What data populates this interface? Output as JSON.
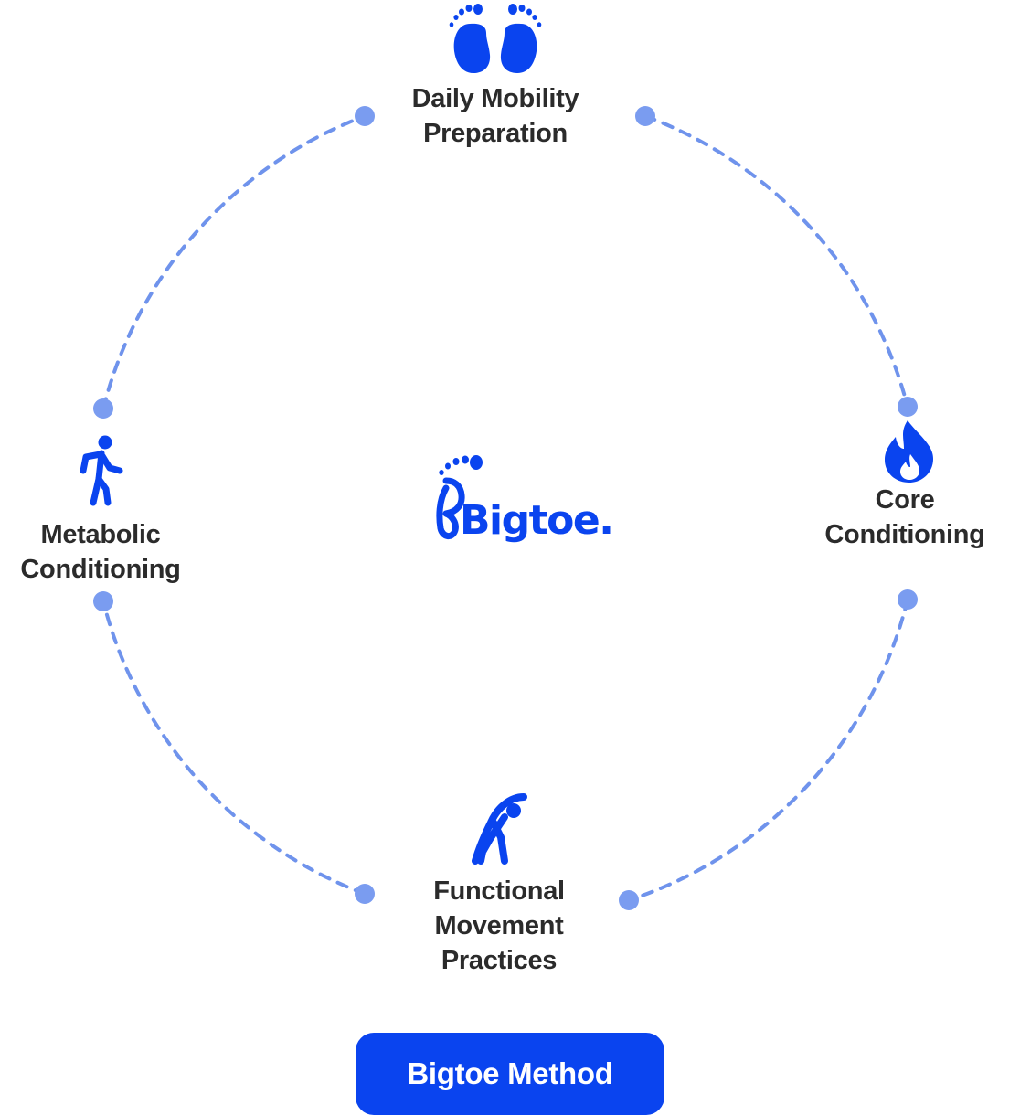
{
  "nodes": [
    {
      "id": "daily-mobility",
      "icon": "footprints-icon",
      "lines": [
        "Daily Mobility",
        "Preparation"
      ]
    },
    {
      "id": "core-conditioning",
      "icon": "flame-icon",
      "lines": [
        "Core",
        "Conditioning"
      ]
    },
    {
      "id": "functional-movement",
      "icon": "stretching-person-icon",
      "lines": [
        "Functional",
        "Movement",
        "Practices"
      ]
    },
    {
      "id": "metabolic-conditioning",
      "icon": "walking-person-icon",
      "lines": [
        "Metabolic",
        "Conditioning"
      ]
    }
  ],
  "center_logo": {
    "text": "Bigtoe.",
    "icon": "footprint-logo-icon"
  },
  "button": {
    "label": "Bigtoe Method"
  },
  "colors": {
    "accent": "#0a44ef",
    "dashed_arc": "#6f93ec",
    "endpoint_dot": "#7a9cf0",
    "label_text": "#2b2b2b",
    "button_text": "#ffffff"
  }
}
